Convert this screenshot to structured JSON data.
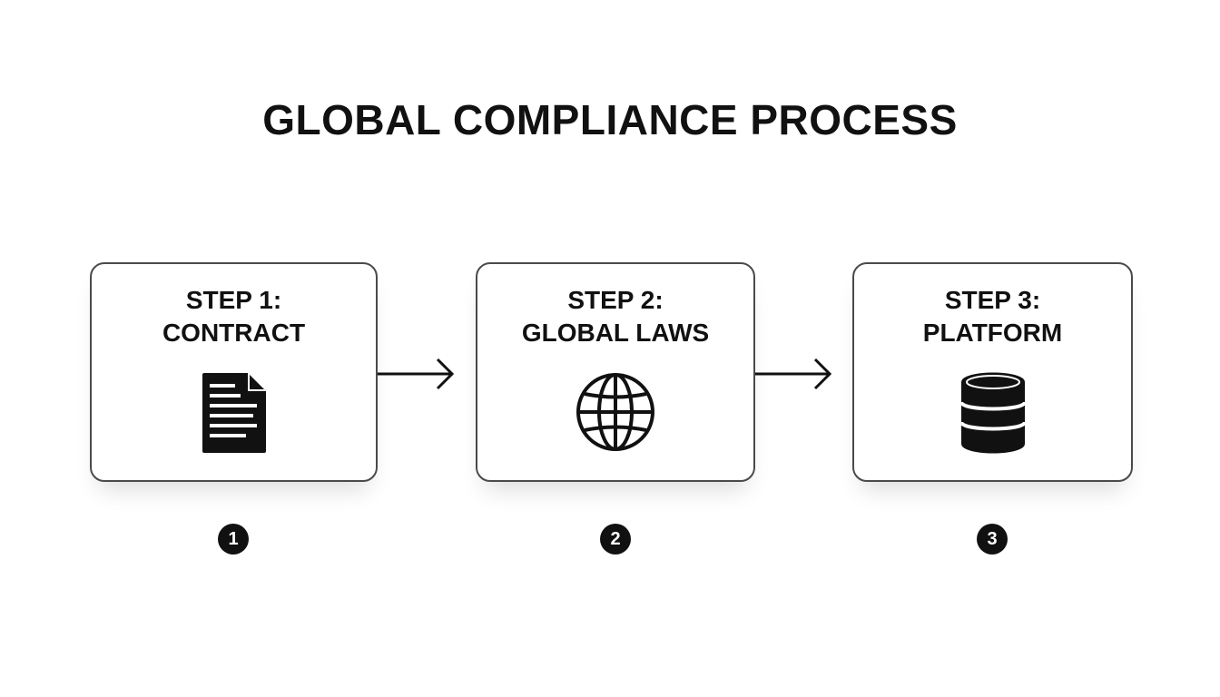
{
  "title": "GLOBAL COMPLIANCE PROCESS",
  "steps": [
    {
      "line1": "STEP 1:",
      "line2": "CONTRACT",
      "icon": "document-icon",
      "badge": "1"
    },
    {
      "line1": "STEP 2:",
      "line2": "GLOBAL LAWS",
      "icon": "globe-icon",
      "badge": "2"
    },
    {
      "line1": "STEP 3:",
      "line2": "PLATFORM",
      "icon": "database-icon",
      "badge": "3"
    }
  ],
  "colors": {
    "ink": "#111111",
    "border": "#4a4a4a",
    "background": "#ffffff"
  }
}
